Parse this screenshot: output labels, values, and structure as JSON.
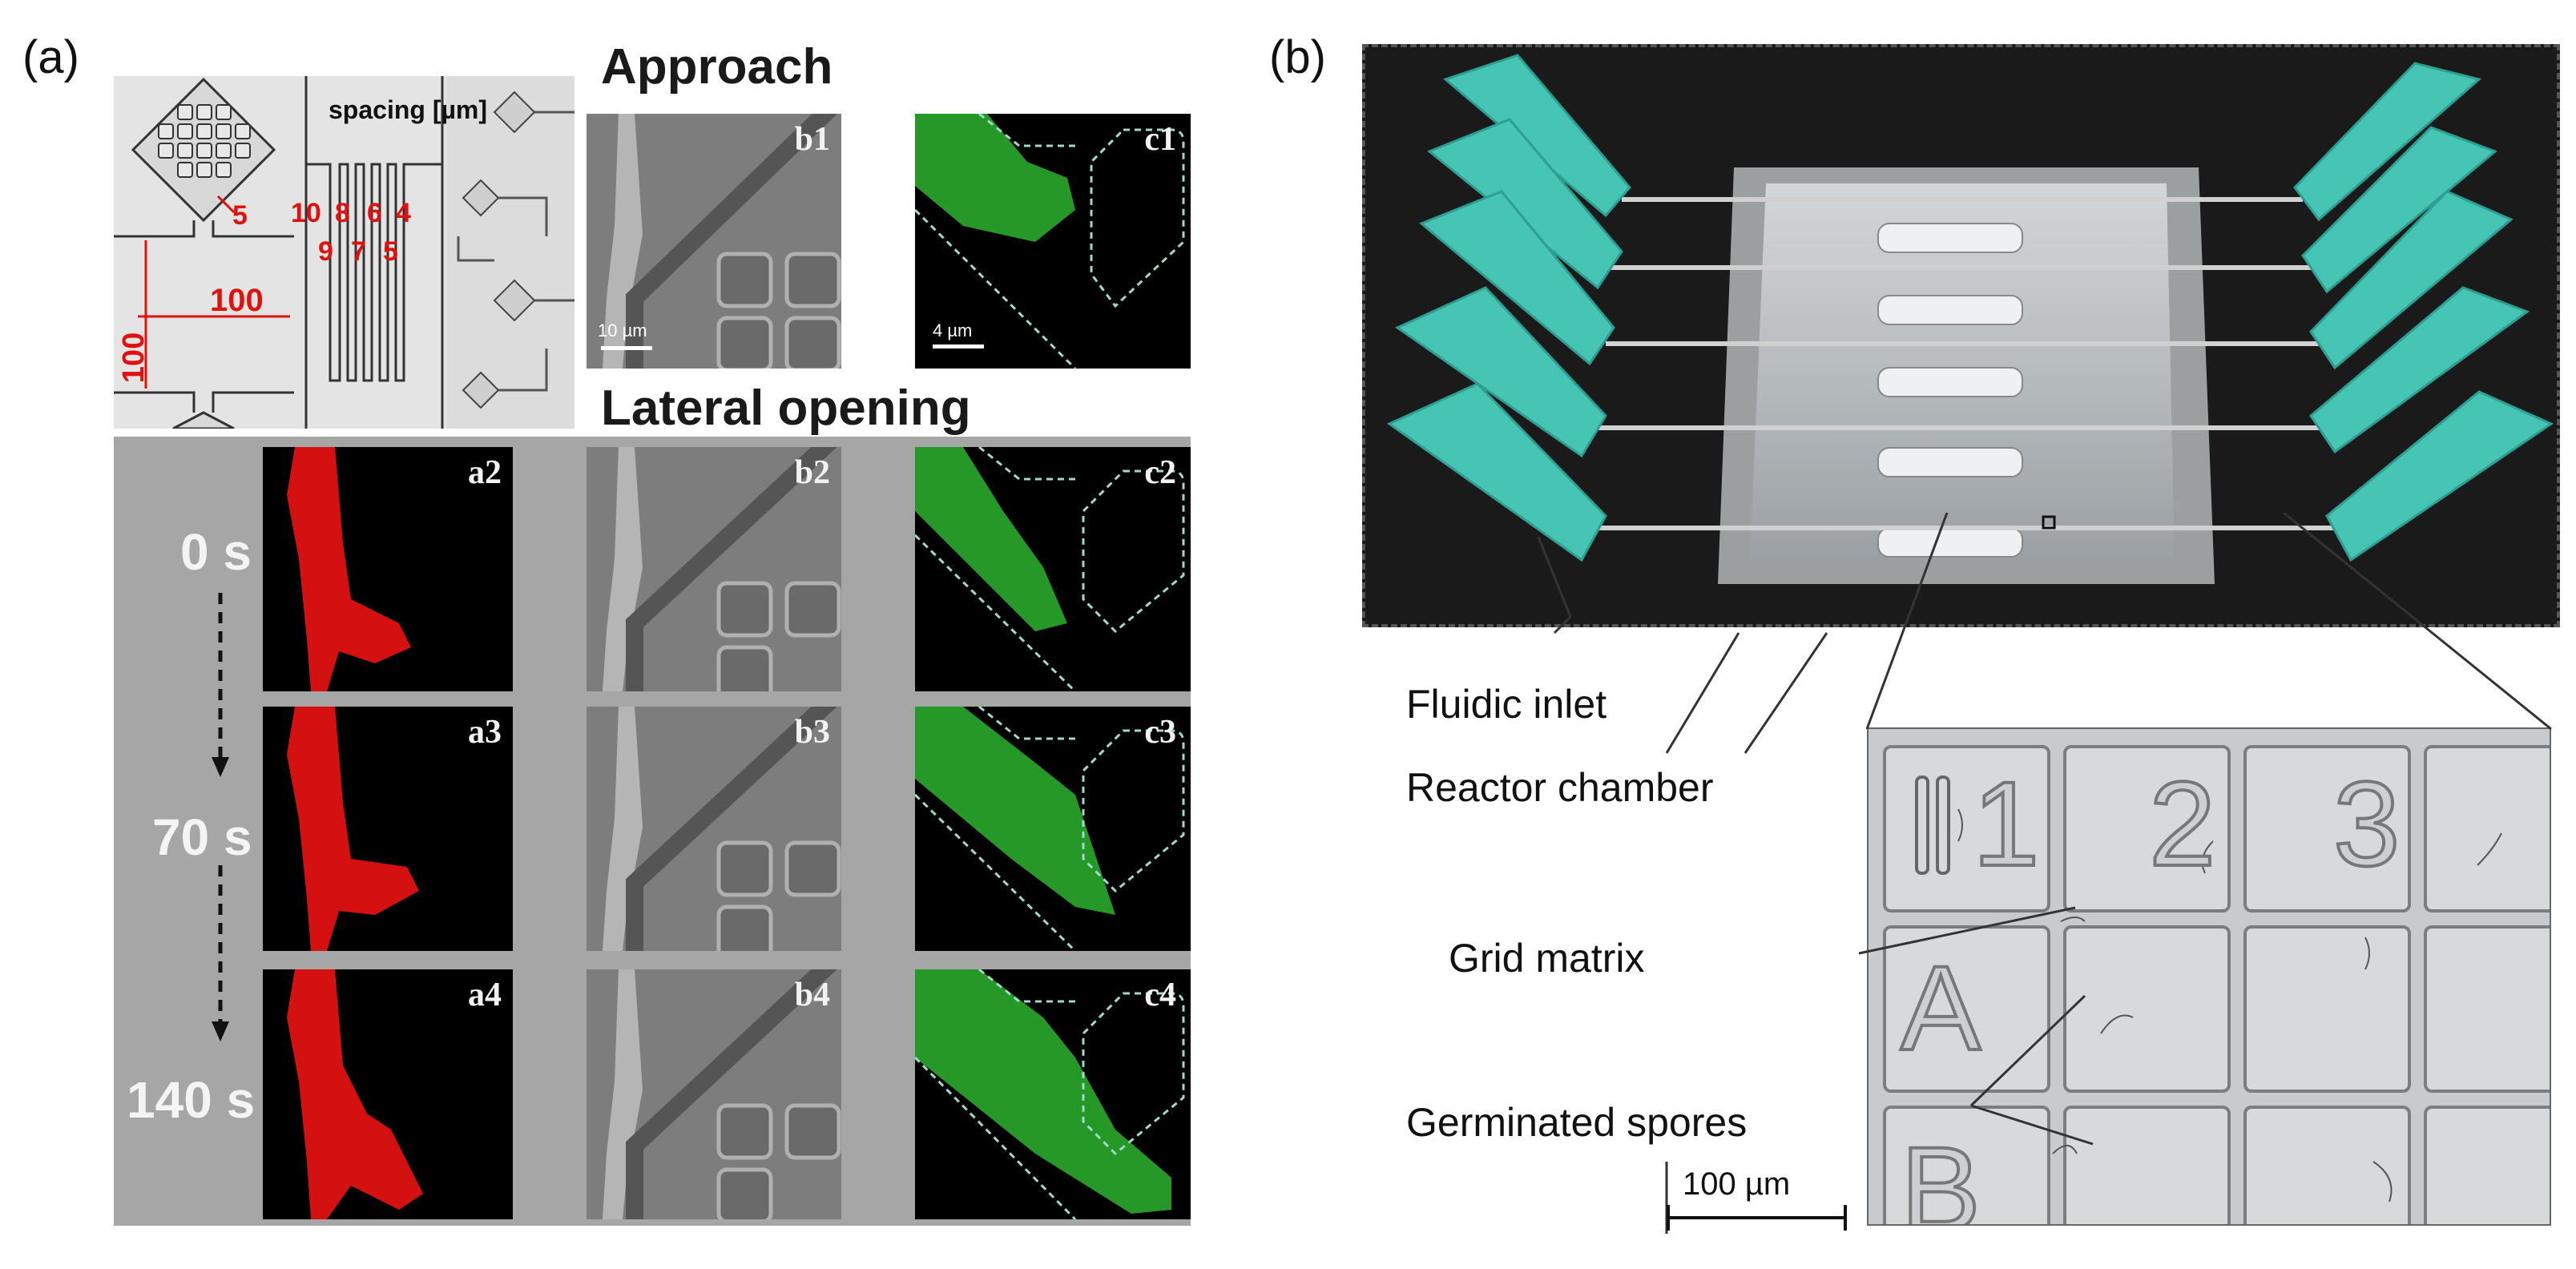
{
  "panel_a": {
    "letter": "(a)",
    "approach_heading": "Approach",
    "lateral_heading": "Lateral opening",
    "schematic": {
      "spacing_title": "spacing [µm]",
      "diamond_label": "5",
      "spacing_top": [
        "10",
        "8",
        "6",
        "4"
      ],
      "spacing_bottom": [
        "9",
        "7",
        "5"
      ],
      "width_label": "100",
      "height_label": "100"
    },
    "tiles": {
      "a2": "a2",
      "a3": "a3",
      "a4": "a4",
      "b1": "b1",
      "b2": "b2",
      "b3": "b3",
      "b4": "b4",
      "c1": "c1",
      "c2": "c2",
      "c3": "c3",
      "c4": "c4"
    },
    "times": [
      "0 s",
      "70 s",
      "140 s"
    ],
    "scale_b1": "10 µm",
    "scale_c1": "4 µm",
    "colors": {
      "red_channel": "#e01010",
      "green_channel": "#28d030",
      "gray_background": "#a6a6a6"
    }
  },
  "panel_b": {
    "letter": "(b)",
    "callouts": {
      "inlet": "Fluidic inlet",
      "reactor": "Reactor chamber",
      "grid": "Grid matrix",
      "spores": "Germinated spores"
    },
    "scale": "100 µm",
    "grid_labels": {
      "row0": [
        "",
        "1",
        "2",
        "3"
      ],
      "row1": [
        "A"
      ],
      "row2": [
        "B"
      ]
    },
    "colors": {
      "needle_hub": "#46c4b4",
      "photo_background": "#1a1a1a"
    }
  }
}
